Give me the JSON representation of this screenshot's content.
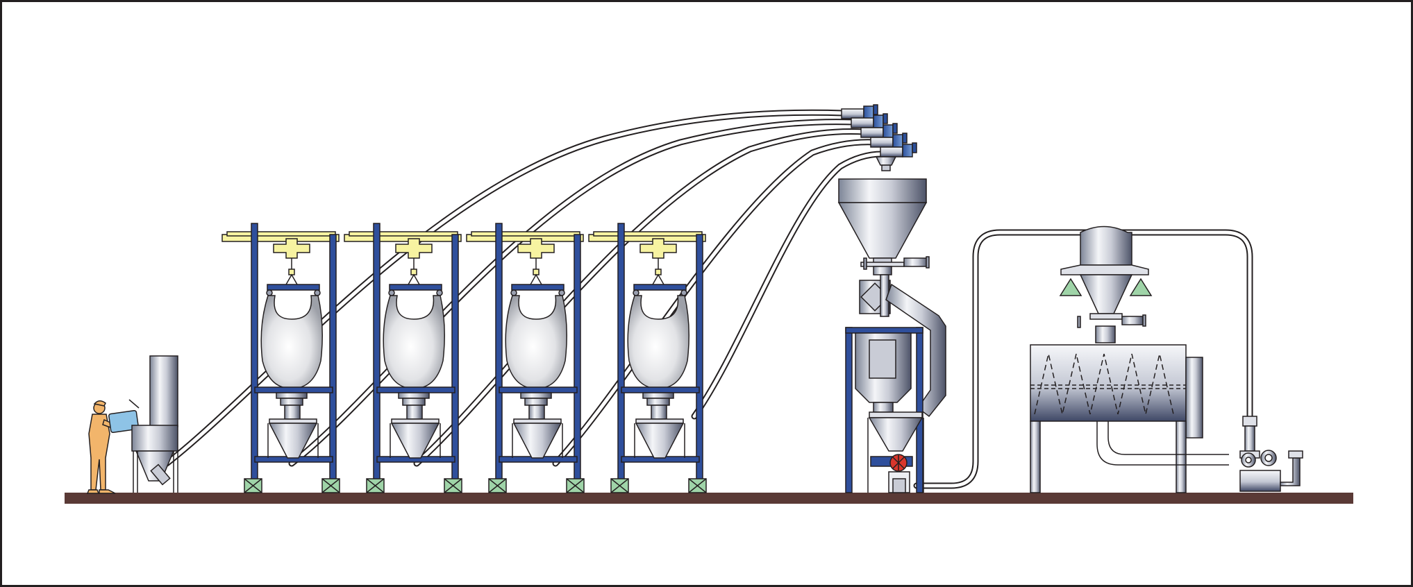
{
  "diagram": {
    "kind": "bulk material conveying schematic",
    "stations": [
      {
        "id": "bag-dump-station"
      },
      {
        "id": "bulk-bag-discharger-1"
      },
      {
        "id": "bulk-bag-discharger-2"
      },
      {
        "id": "bulk-bag-discharger-3"
      },
      {
        "id": "bulk-bag-discharger-4"
      },
      {
        "id": "filter-receiver"
      },
      {
        "id": "weigh-hopper"
      },
      {
        "id": "ribbon-blender"
      },
      {
        "id": "blower-package"
      }
    ],
    "conveying_lines": 5,
    "colors": {
      "frame_blue": "#2f4f9c",
      "hoist_yellow": "#f7f3a1",
      "floor": "#5a3a36",
      "foot_green": "#9fd4a8",
      "operator": "#f2b56b",
      "valve_red": "#d9362c",
      "outline": "#231f20"
    }
  }
}
